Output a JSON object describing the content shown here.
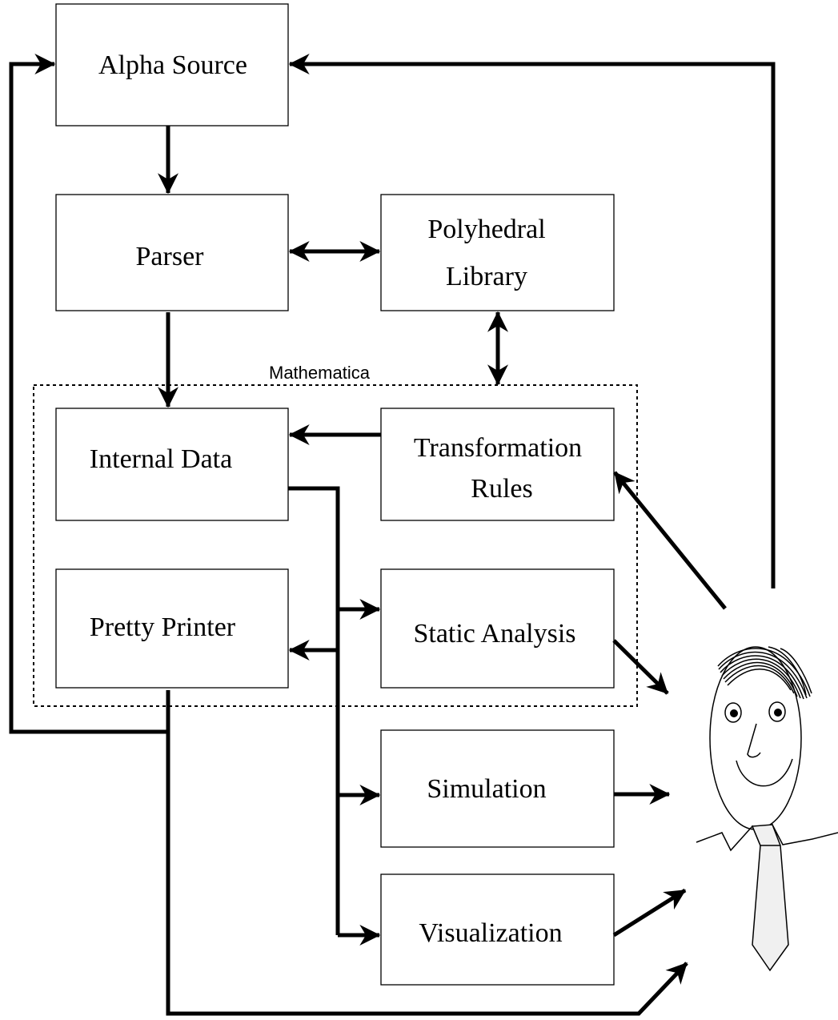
{
  "boxes": {
    "alpha_source": "Alpha Source",
    "parser": "Parser",
    "polyhedral_library": [
      "Polyhedral",
      "Library"
    ],
    "internal_data": "Internal Data",
    "transformation_rules": [
      "Transformation",
      "Rules"
    ],
    "pretty_printer": "Pretty Printer",
    "static_analysis": "Static Analysis",
    "simulation": "Simulation",
    "visualization": "Visualization"
  },
  "group": {
    "label": "Mathematica"
  }
}
